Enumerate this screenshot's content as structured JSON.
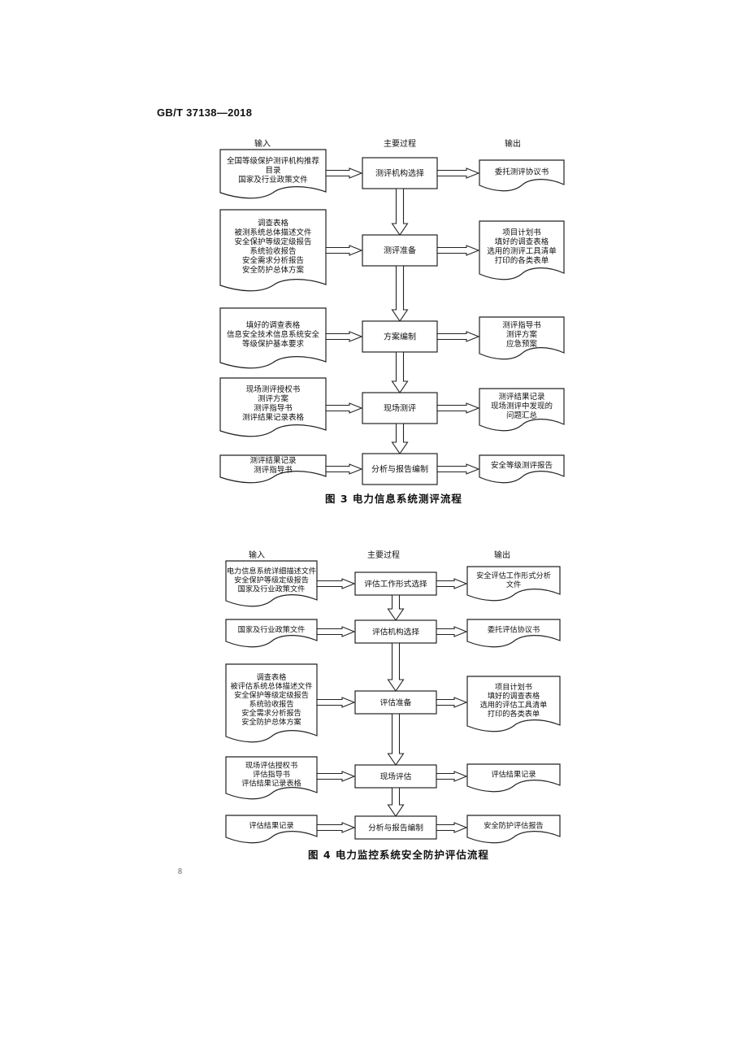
{
  "header": {
    "standard_number": "GB/T  37138—2018"
  },
  "figure3": {
    "caption": "图 3   电力信息系统测评流程",
    "col_headers": {
      "input": "输入",
      "process": "主要过程",
      "output": "输出"
    },
    "rows": [
      {
        "input": [
          "全国等级保护测评机构推荐",
          "目录",
          "国家及行业政策文件"
        ],
        "process": "测评机构选择",
        "output": [
          "委托测评协议书"
        ]
      },
      {
        "input": [
          "调查表格",
          "被测系统总体描述文件",
          "安全保护等级定级报告",
          "系统验收报告",
          "安全需求分析报告",
          "安全防护总体方案"
        ],
        "process": "测评准备",
        "output": [
          "项目计划书",
          "填好的调查表格",
          "选用的测评工具清单",
          "打印的各类表单"
        ]
      },
      {
        "input": [
          "填好的调查表格",
          "信息安全技术信息系统安全",
          "等级保护基本要求"
        ],
        "process": "方案编制",
        "output": [
          "测评指导书",
          "测评方案",
          "应急预案"
        ]
      },
      {
        "input": [
          "现场测评授权书",
          "测评方案",
          "测评指导书",
          "测评结果记录表格"
        ],
        "process": "现场测评",
        "output": [
          "测评结果记录",
          "现场测评中发现的",
          "问题汇总"
        ]
      },
      {
        "input": [
          "测评结果记录",
          "测评指导书"
        ],
        "process": "分析与报告编制",
        "output": [
          "安全等级测评报告"
        ]
      }
    ]
  },
  "figure4": {
    "caption": "图 4   电力监控系统安全防护评估流程",
    "col_headers": {
      "input": "输入",
      "process": "主要过程",
      "output": "输出"
    },
    "rows": [
      {
        "input": [
          "电力信息系统详细描述文件",
          "安全保护等级定级报告",
          "国家及行业政策文件"
        ],
        "process": "评估工作形式选择",
        "output": [
          "安全评估工作形式分析",
          "文件"
        ]
      },
      {
        "input": [
          "国家及行业政策文件"
        ],
        "process": "评估机构选择",
        "output": [
          "委托评估协议书"
        ]
      },
      {
        "input": [
          "调查表格",
          "被评估系统总体描述文件",
          "安全保护等级定级报告",
          "系统验收报告",
          "安全需求分析报告",
          "安全防护总体方案"
        ],
        "process": "评估准备",
        "output": [
          "项目计划书",
          "填好的调查表格",
          "选用的评估工具清单",
          "打印的各类表单"
        ]
      },
      {
        "input": [
          "现场评估授权书",
          "评估指导书",
          "评估结果记录表格"
        ],
        "process": "现场评估",
        "output": [
          "评估结果记录"
        ]
      },
      {
        "input": [
          "评估结果记录"
        ],
        "process": "分析与报告编制",
        "output": [
          "安全防护评估报告"
        ]
      }
    ]
  },
  "page_number": "8"
}
